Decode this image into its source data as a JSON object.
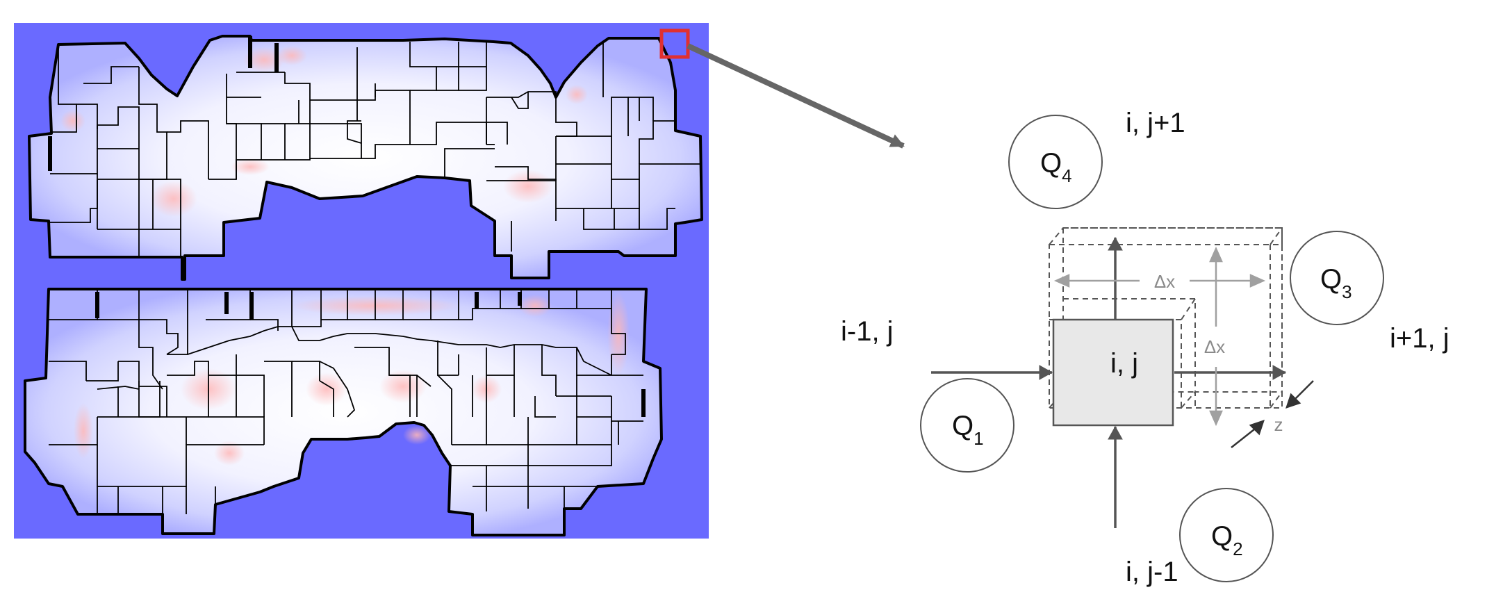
{
  "floorplan": {
    "background_color": "#6a6aff",
    "field_low_color": "#ffffff",
    "field_mid_color": "#cfd0ff",
    "hotspot_color": "#ffb3b3",
    "wall_color": "#000000",
    "highlight_color": "#e03030"
  },
  "diagram": {
    "cell_fill": "#e8e8e8",
    "arrow_color": "#555555",
    "dim_color": "#8a8a8a",
    "cell_label": "i, j",
    "neighbors": {
      "top": "i, j+1",
      "bottom": "i, j-1",
      "left": "i-1, j",
      "right": "i+1, j"
    },
    "heat_sources": [
      {
        "id": "Q1",
        "base": "Q",
        "sub": "1"
      },
      {
        "id": "Q2",
        "base": "Q",
        "sub": "2"
      },
      {
        "id": "Q3",
        "base": "Q",
        "sub": "3"
      },
      {
        "id": "Q4",
        "base": "Q",
        "sub": "4"
      }
    ],
    "dims": {
      "dx_horizontal": "Δx",
      "dx_vertical": "Δx",
      "depth": "z"
    }
  }
}
